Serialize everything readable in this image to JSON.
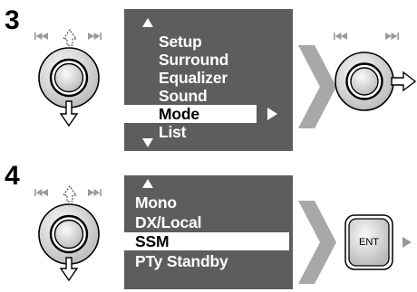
{
  "steps": [
    {
      "number": "3",
      "menu_items": [
        {
          "label": "Setup",
          "selected": false
        },
        {
          "label": "Surround",
          "selected": false
        },
        {
          "label": "Equalizer",
          "selected": false
        },
        {
          "label": "Sound",
          "selected": false
        },
        {
          "label": "Mode",
          "selected": true
        },
        {
          "label": "List",
          "selected": false
        }
      ]
    },
    {
      "number": "4",
      "menu_items": [
        {
          "label": "Mono",
          "selected": false
        },
        {
          "label": "DX/Local",
          "selected": false
        },
        {
          "label": "SSM",
          "selected": true
        },
        {
          "label": "PTy Standby",
          "selected": false
        }
      ],
      "button_label": "ENT"
    }
  ],
  "colors": {
    "panel": "#5d5d5d",
    "arrow": "#a0a0a0",
    "skip_icons": "#9a9a9a",
    "knob_gradient_light": "#fafafa",
    "knob_gradient_dark": "#b9b9b9",
    "selected_bar": "#ffffff"
  },
  "icons": {
    "skip_back": "skip-backward-icon",
    "skip_forward": "skip-forward-icon",
    "push_down": "arrow-down-icon",
    "push_up": "arrow-up-dashed-icon",
    "push_right": "arrow-right-icon",
    "submenu": "triangle-right-icon",
    "scroll_up": "triangle-up-icon",
    "scroll_down": "triangle-down-icon",
    "next": "triangle-right-icon"
  }
}
